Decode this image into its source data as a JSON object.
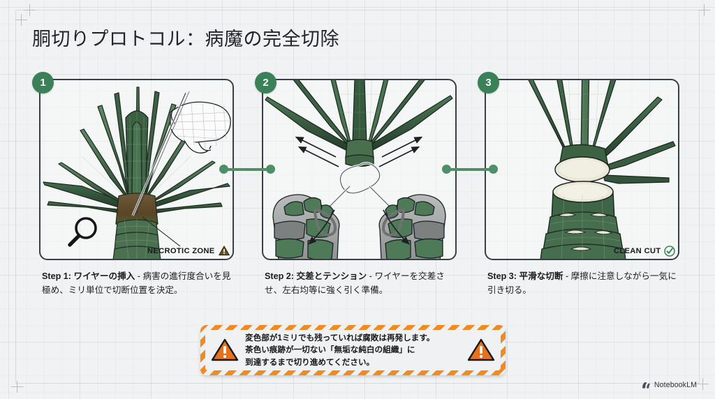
{
  "page": {
    "title": "胴切りプロトコル：病魔の完全切除",
    "background_color": "#f1f2f3",
    "accent_green": "#3b8158",
    "hazard_orange": "#f08a22",
    "border_dark": "#3a3f45"
  },
  "steps": [
    {
      "number": "1",
      "caption_lead": "Step 1: ",
      "caption_term": "ワイヤーの挿入",
      "caption_body": " - 病害の進行度合いを見極め、ミリ単位で切断位置を決定。",
      "panel_label": "NECROTIC ZONE",
      "panel_label_icon": "warning-triangle-icon",
      "extra_icon": "magnifier-icon"
    },
    {
      "number": "2",
      "caption_lead": "Step 2: ",
      "caption_term": "交差とテンション",
      "caption_body": " - ワイヤーを交差させ、左右均等に強く引く準備。"
    },
    {
      "number": "3",
      "caption_lead": "Step 3: ",
      "caption_term": "平滑な切断",
      "caption_body": " - 摩擦に注意しながら一気に引き切る。",
      "panel_label": "CLEAN CUT",
      "panel_label_icon": "check-circle-icon",
      "tissue_label": "無垢な純白の組織"
    }
  ],
  "warning": {
    "icon_left": "warning-triangle-icon",
    "icon_right": "warning-triangle-icon",
    "line1": "変色部が1ミリでも残っていれば腐敗は再発します。",
    "line2": "茶色い痕跡が一切ない「無垢な純白の組織」に",
    "line3": "到達するまで切り進めてください。"
  },
  "footer": {
    "logo_icon": "notebooklm-logo-icon",
    "brand": "NotebookLM"
  }
}
